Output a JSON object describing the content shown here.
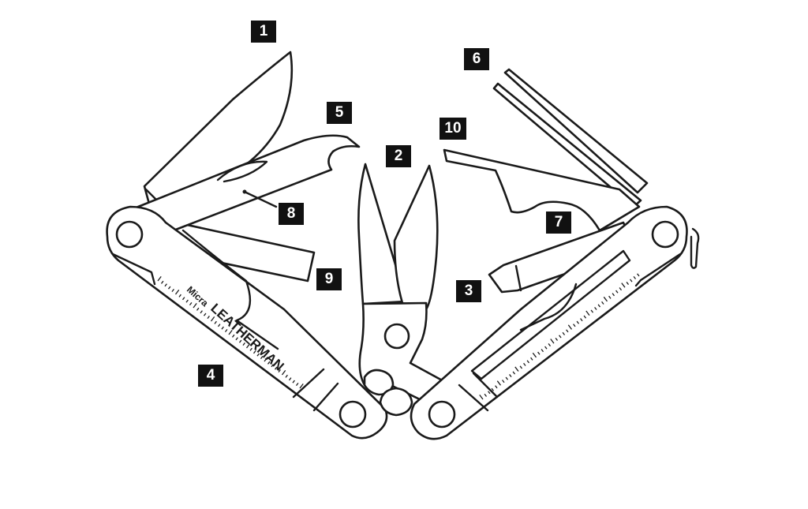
{
  "brand_text": "LEATHERMAN",
  "model_text": "Micra",
  "callouts": {
    "c1": "1",
    "c2": "2",
    "c3": "3",
    "c4": "4",
    "c5": "5",
    "c6": "6",
    "c7": "7",
    "c8": "8",
    "c9": "9",
    "c10": "10"
  },
  "colors": {
    "stroke": "#1a1a1a",
    "label_bg": "#111111",
    "label_text": "#ffffff",
    "background": "#ffffff"
  }
}
